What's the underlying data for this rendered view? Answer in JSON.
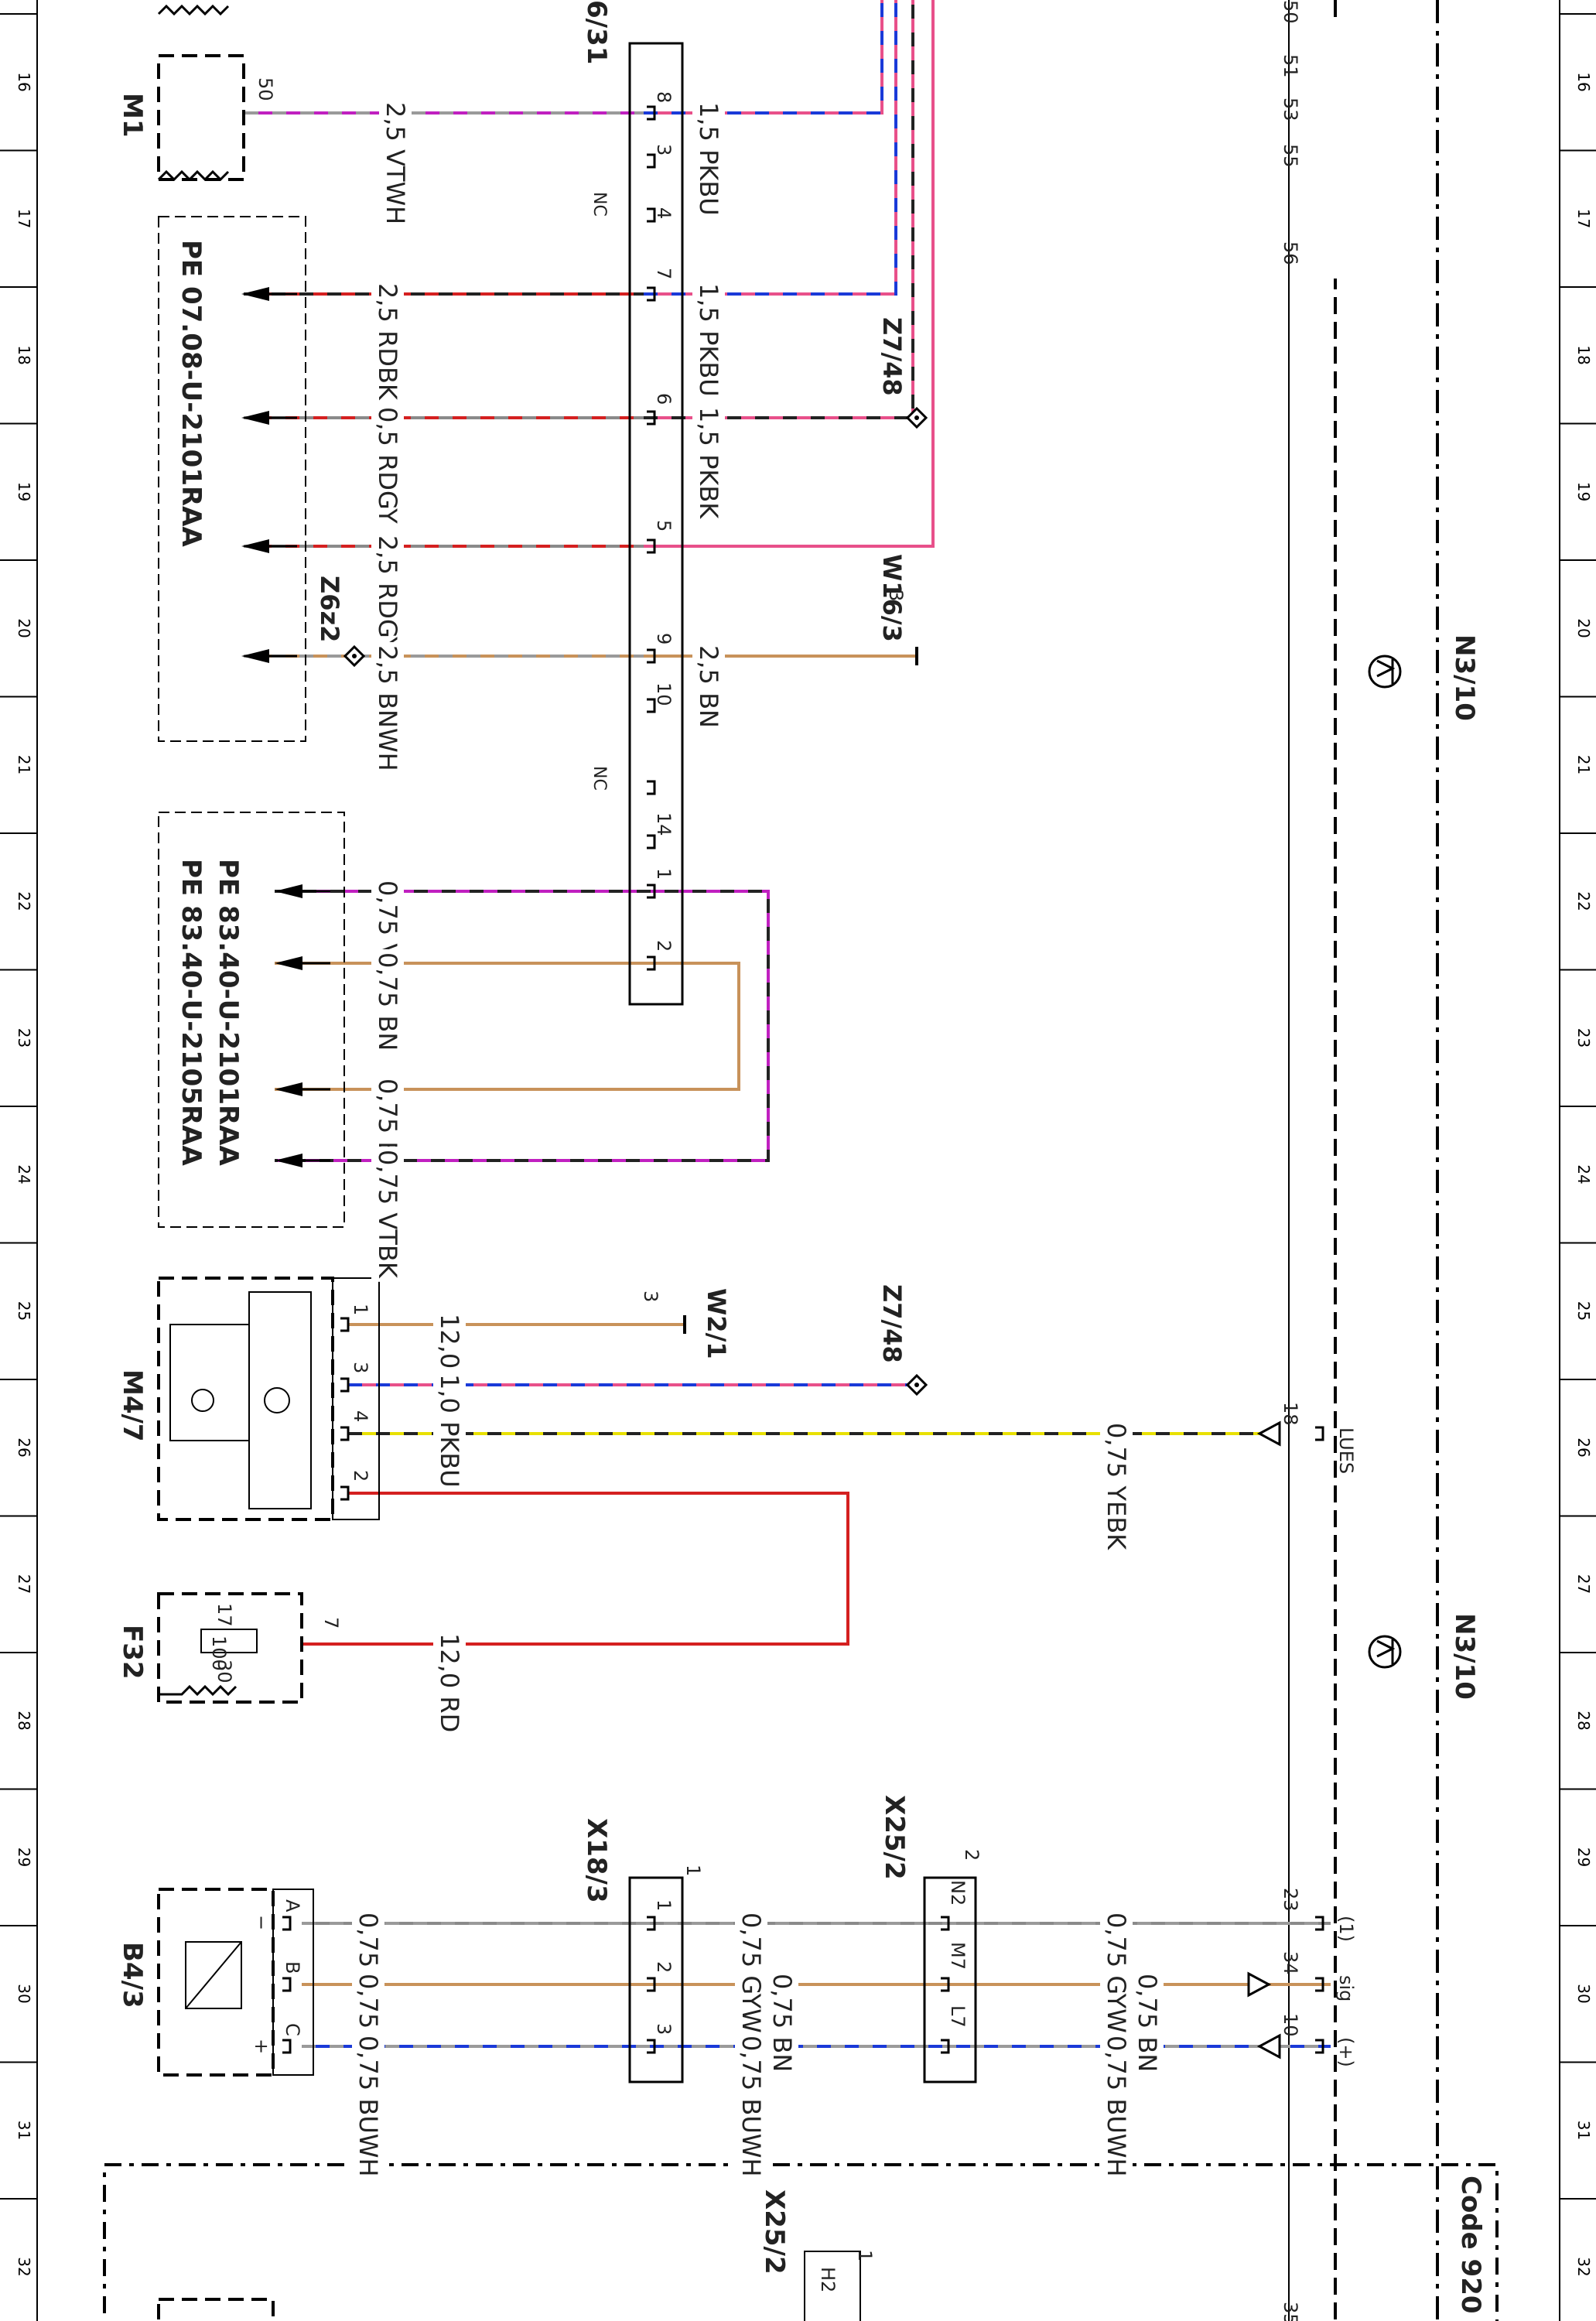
{
  "components": {
    "m1": "M1",
    "pe1": "PE 07.08-U-2101RAA",
    "pe2a": "PE 83.40-U-2101RAA",
    "pe2b": "PE 83.40-U-2105RAA",
    "m4_7": "M4/7",
    "f32": "F32",
    "b4_3": "B4/3",
    "x18_3": "X18/3",
    "x25_2a": "X25/2",
    "x25_2b": "X25/2",
    "n3_10a": "N3/10",
    "n3_10b": "N3/10",
    "code": "Code 920",
    "z6z2": "Z6z2",
    "w16_3": "W16/3",
    "z7_48a": "Z7/48",
    "z7_48b": "Z7/48",
    "w2_1": "W2/1",
    "conn_top": "6/31"
  },
  "wires": [
    {
      "id": "w1",
      "label": "2,5 VTWH"
    },
    {
      "id": "w2",
      "label": "2,5 RDBK"
    },
    {
      "id": "w3",
      "label": "0,5 RDGY"
    },
    {
      "id": "w4",
      "label": "2,5 RDGY"
    },
    {
      "id": "w5",
      "label": "2,5 BNWH"
    },
    {
      "id": "w6",
      "label": "0,75 VTBK"
    },
    {
      "id": "w7",
      "label": "0,75 BN"
    },
    {
      "id": "w8",
      "label": "0,75 BN"
    },
    {
      "id": "w9",
      "label": "0,75 VTBK"
    },
    {
      "id": "w10",
      "label": "1,5 PKBU"
    },
    {
      "id": "w11",
      "label": "1,5 PKBU"
    },
    {
      "id": "w12",
      "label": "1,5 PKBK"
    },
    {
      "id": "w13",
      "label": "2,5 BN"
    },
    {
      "id": "w14",
      "label": "12,0 BN"
    },
    {
      "id": "w15",
      "label": "1,0 PKBU"
    },
    {
      "id": "w16",
      "label": "0,75 YEBK"
    },
    {
      "id": "w17",
      "label": "12,0 RD"
    },
    {
      "id": "w18",
      "label": "0,75 GYWH"
    },
    {
      "id": "w19",
      "label": "0,75 BN"
    },
    {
      "id": "w20",
      "label": "0,75 BUWH"
    },
    {
      "id": "w21",
      "label": "0,75 GYWH"
    },
    {
      "id": "w22",
      "label": "0,75 BN"
    },
    {
      "id": "w23",
      "label": "0,75 BUWH"
    },
    {
      "id": "w24",
      "label": "0,75 GYWH"
    },
    {
      "id": "w25",
      "label": "0,75 BN"
    },
    {
      "id": "w26",
      "label": "0,75 BUWH"
    }
  ],
  "pins": {
    "m1": "50",
    "c8": "8",
    "c3": "3",
    "c4": "4",
    "c7": "7",
    "c6": "6",
    "c5": "5",
    "c9": "9",
    "c10": "10",
    "c14": "14",
    "c1": "1",
    "c2": "2",
    "m1_": "1",
    "m3": "3",
    "m4": "4",
    "m2": "2",
    "f7": "7",
    "x1": "1",
    "x2": "2",
    "x3": "3",
    "x1top": "1",
    "n2": "N2",
    "m7": "M7",
    "l7": "L7",
    "x25top": "2",
    "x25btm": "1",
    "r18": "18",
    "r23": "23",
    "r34": "34",
    "r10": "10",
    "r35": "35",
    "w16pin": "3",
    "w2pin": "3",
    "b_a": "A",
    "b_b": "B",
    "b_c": "C",
    "minus": "−",
    "plus": "+",
    "f_17": "17",
    "f_30": "30",
    "f_val": "100",
    "t50": "50",
    "t51": "51",
    "t53": "53",
    "t55": "55",
    "t56": "56"
  },
  "signals": {
    "lues": "LUES",
    "s1": "(1)",
    "sig": "sig",
    "splus": "(+)",
    "h2": "H2",
    "nc": "NC"
  },
  "ruler": [
    "16",
    "17",
    "18",
    "19",
    "20",
    "21",
    "22",
    "23",
    "24",
    "25",
    "26",
    "27",
    "28",
    "29",
    "30",
    "31",
    "32"
  ],
  "colors": {
    "VT": "#c020c0",
    "WH": "#9a9a9a",
    "RD": "#d42020",
    "BK": "#222222",
    "GY": "#8a8a8a",
    "BN": "#c8925a",
    "PK": "#e8508a",
    "BU": "#1a3ad8",
    "YE": "#e8e000"
  }
}
